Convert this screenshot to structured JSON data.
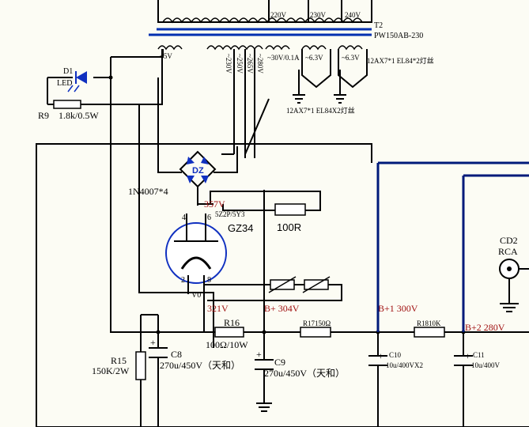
{
  "transformer": {
    "ref": "T2",
    "model": "PW150AB-230",
    "primary_taps": [
      "220V",
      "230V",
      "240V"
    ],
    "secondary_taps": [
      "~5V",
      "~230V",
      "~250V",
      "~265V",
      "~280V",
      "~30V/0.1A",
      "~6.3V",
      "~6.3V"
    ],
    "heater_note_right": "12AX7*1 EL84*2灯丝",
    "heater_note_ground": "12AX7*1 EL84X2灯丝"
  },
  "led": {
    "ref": "D1",
    "label": "LED"
  },
  "r9": {
    "ref": "R9",
    "value": "1.8k/0.5W"
  },
  "bridge": {
    "ref": "DZ",
    "part": "1N4007*4"
  },
  "rectifier": {
    "tube_type": "5Z2P/5Y3",
    "tube_alt": "GZ34",
    "pin_4": "4",
    "pin_6": "6",
    "pin_2": "2",
    "pin_8": "8",
    "label": "V0"
  },
  "r100": {
    "value": "100R"
  },
  "voltages": {
    "v357": "357V",
    "v321": "321V",
    "bplus": "B+ 304V",
    "b1": "B+1 300V",
    "b2": "B+2 280V"
  },
  "r16": {
    "ref": "R16",
    "value": "100Ω/10W"
  },
  "r17": {
    "label": "R17150Ω"
  },
  "r18": {
    "label": "R1810K"
  },
  "r15": {
    "ref": "R15",
    "value": "150K/2W"
  },
  "c8": {
    "ref": "C8",
    "value": "270u/450V（天和）"
  },
  "c9": {
    "ref": "C9",
    "value": "270u/450V（天和）"
  },
  "c10": {
    "ref": "C10",
    "value": "10u/400VX2"
  },
  "c11": {
    "ref": "C11",
    "value": "10u/400V"
  },
  "cd2": {
    "ref": "CD2",
    "label": "RCA"
  }
}
